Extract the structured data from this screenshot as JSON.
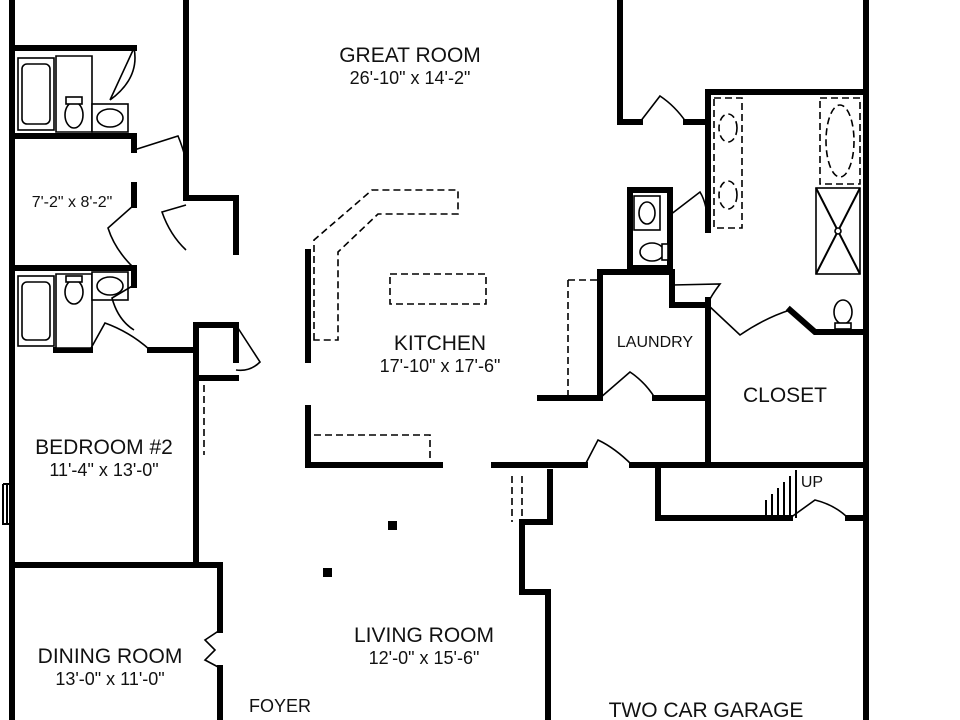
{
  "rooms": {
    "great_room": {
      "name": "GREAT ROOM",
      "dims": "26'-10\" x 14'-2\""
    },
    "small_bedroom": {
      "dims": "7'-2\" x 8'-2\""
    },
    "kitchen": {
      "name": "KITCHEN",
      "dims": "17'-10\" x 17'-6\""
    },
    "laundry": {
      "name": "LAUNDRY"
    },
    "closet": {
      "name": "CLOSET"
    },
    "bedroom2": {
      "name": "BEDROOM #2",
      "dims": "11'-4\" x 13'-0\""
    },
    "living_room": {
      "name": "LIVING ROOM",
      "dims": "12'-0\" x 15'-6\""
    },
    "dining_room": {
      "name": "DINING ROOM",
      "dims": "13'-0\" x 11'-0\""
    },
    "foyer": {
      "name": "FOYER"
    },
    "garage": {
      "name": "TWO CAR GARAGE"
    }
  },
  "stairs": {
    "label": "UP"
  }
}
